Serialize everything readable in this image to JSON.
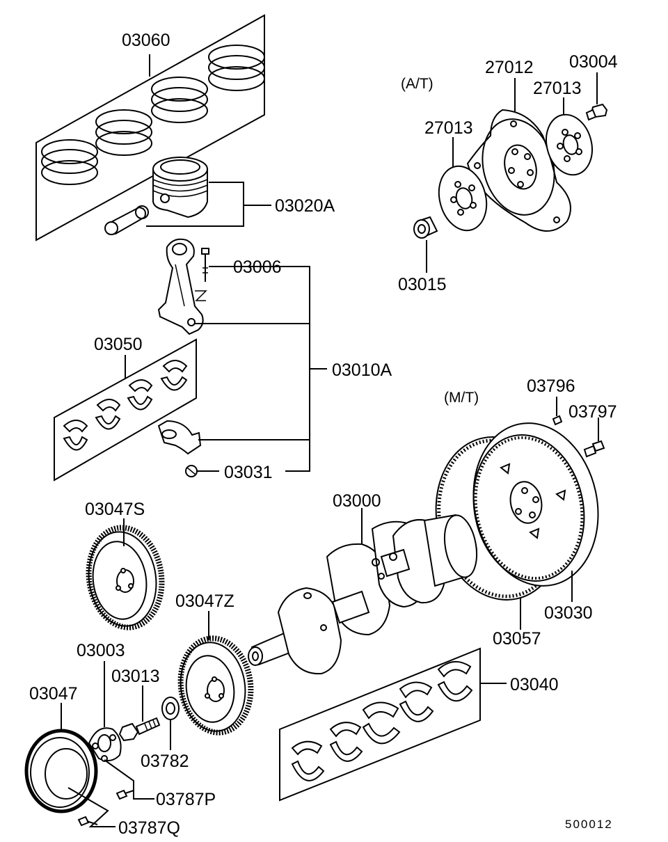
{
  "diagram": {
    "labels": {
      "piston_rings": "03060",
      "piston_assy": "03020A",
      "conrod_bolt": "03006",
      "conrod_bearing": "03050",
      "conrod_assy": "03010A",
      "conrod_nut": "03031",
      "at_tag": "(A/T)",
      "drive_plate": "27012",
      "adapter_plate_rear": "27013",
      "adapter_plate_front": "27013",
      "drive_plate_bolt": "03004",
      "pilot_bushing": "03015",
      "mt_tag": "(M/T)",
      "dowel_pin": "03796",
      "flywheel_bolt": "03797",
      "crankshaft": "03000",
      "flywheel": "03030",
      "ring_gear": "03057",
      "damper_pulley_s": "03047S",
      "damper_pulley_z": "03047Z",
      "crank_bolt": "03013",
      "washer": "03782",
      "main_bearing": "03040",
      "crank_pulley": "03047",
      "hub": "03003",
      "pulley_bolt_p": "03787P",
      "pulley_bolt_q": "03787Q",
      "figure_id": "500012"
    }
  }
}
